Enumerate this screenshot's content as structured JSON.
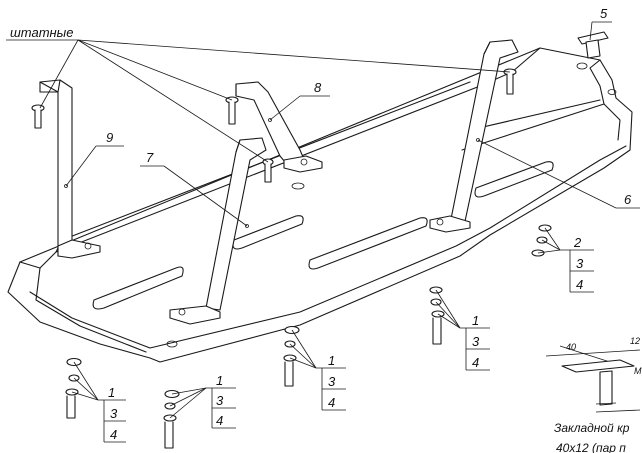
{
  "callout_word": "штатные",
  "labels": {
    "p5": "5",
    "p8": "8",
    "p9": "9",
    "p7": "7",
    "p6": "6",
    "h2": [
      "2",
      "3",
      "4"
    ],
    "h1a": [
      "1",
      "3",
      "4"
    ],
    "h1b": [
      "1",
      "3",
      "4"
    ],
    "h1c": [
      "1",
      "3",
      "4"
    ],
    "h1d": [
      "1",
      "3",
      "4"
    ]
  },
  "detail": {
    "dim_a": "40",
    "dim_b": "12",
    "dim_c": "M",
    "caption1": "Закладной кр",
    "caption2": "40х12 (пар п"
  }
}
